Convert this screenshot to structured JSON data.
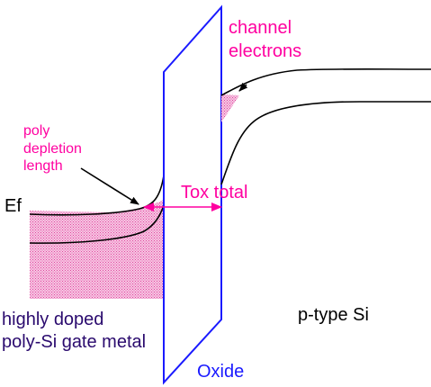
{
  "labels": {
    "channel_line1": "channel",
    "channel_line2": "electrons",
    "poly_line1": "poly",
    "poly_line2": "depletion",
    "poly_line3": "length",
    "fermi_level": "Ef",
    "tox_total": "Tox total",
    "gate_line1": "highly doped",
    "gate_line2": "poly-Si gate metal",
    "substrate": "p-type Si",
    "oxide": "Oxide"
  },
  "colors": {
    "magenta": "#ff00a0",
    "oxide_blue": "#1a1aff",
    "navy_text": "#2a0a6e",
    "band_line": "#000000",
    "hatch_fill": "#f08cc8"
  }
}
